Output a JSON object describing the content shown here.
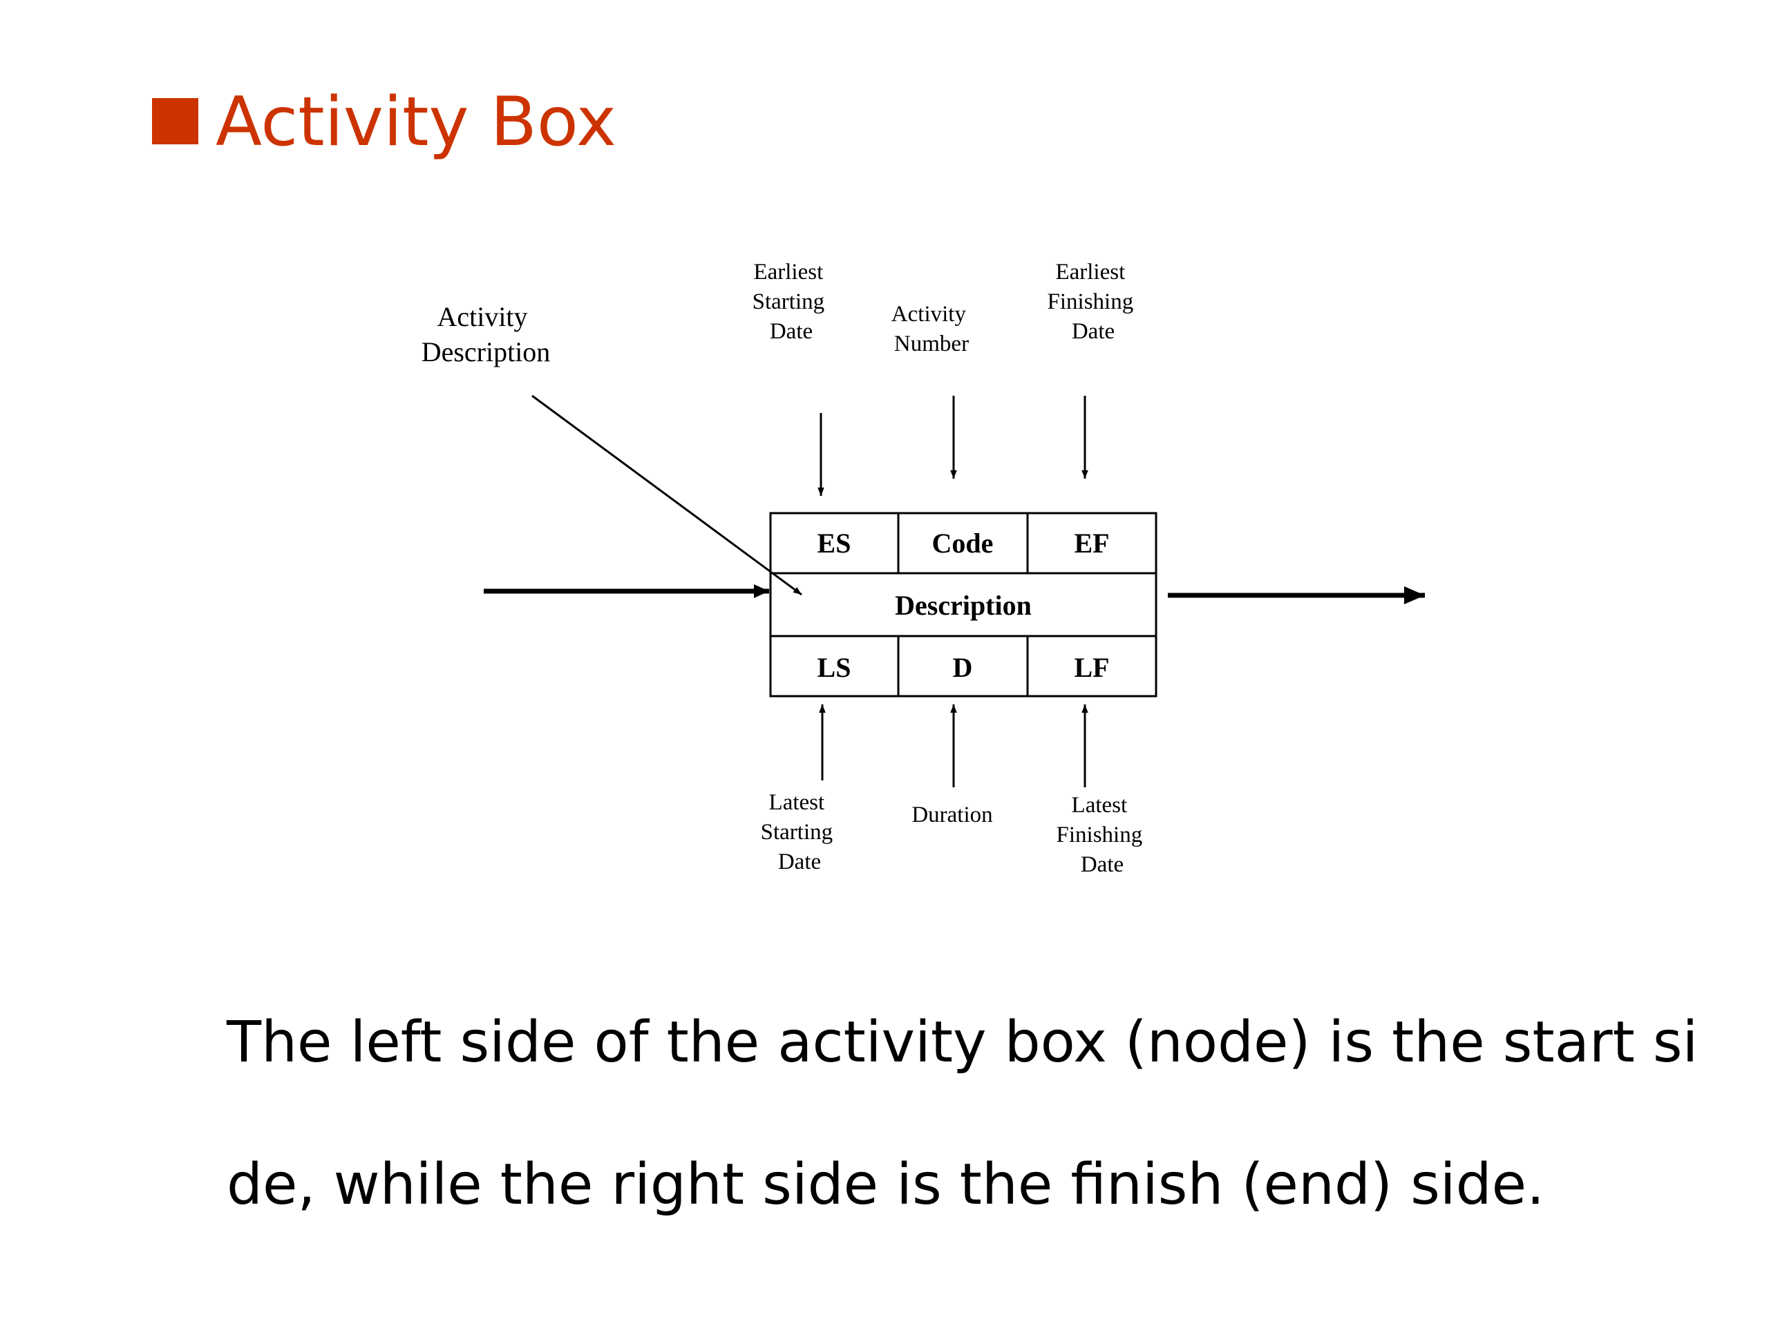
{
  "slide": {
    "title": "Activity Box",
    "accent_color": "#cc3300",
    "bullet_icon": "square-bullet-icon",
    "body_lines": [
      "The left side of the activity box (node) is the start si",
      "de, while the right side is the finish (end) side."
    ]
  },
  "diagram": {
    "cells": {
      "es": "ES",
      "code": "Code",
      "ef": "EF",
      "description": "Description",
      "ls": "LS",
      "d": "D",
      "lf": "LF"
    },
    "labels": {
      "activity_description": [
        "Activity",
        "Description"
      ],
      "earliest_starting_date": [
        "Earliest",
        "Starting",
        "Date"
      ],
      "activity_number": [
        "Activity",
        "Number"
      ],
      "earliest_finishing_date": [
        "Earliest",
        "Finishing",
        "Date"
      ],
      "latest_starting_date": [
        "Latest",
        "Starting",
        "Date"
      ],
      "duration": [
        "Duration"
      ],
      "latest_finishing_date": [
        "Latest",
        "Finishing",
        "Date"
      ]
    }
  }
}
